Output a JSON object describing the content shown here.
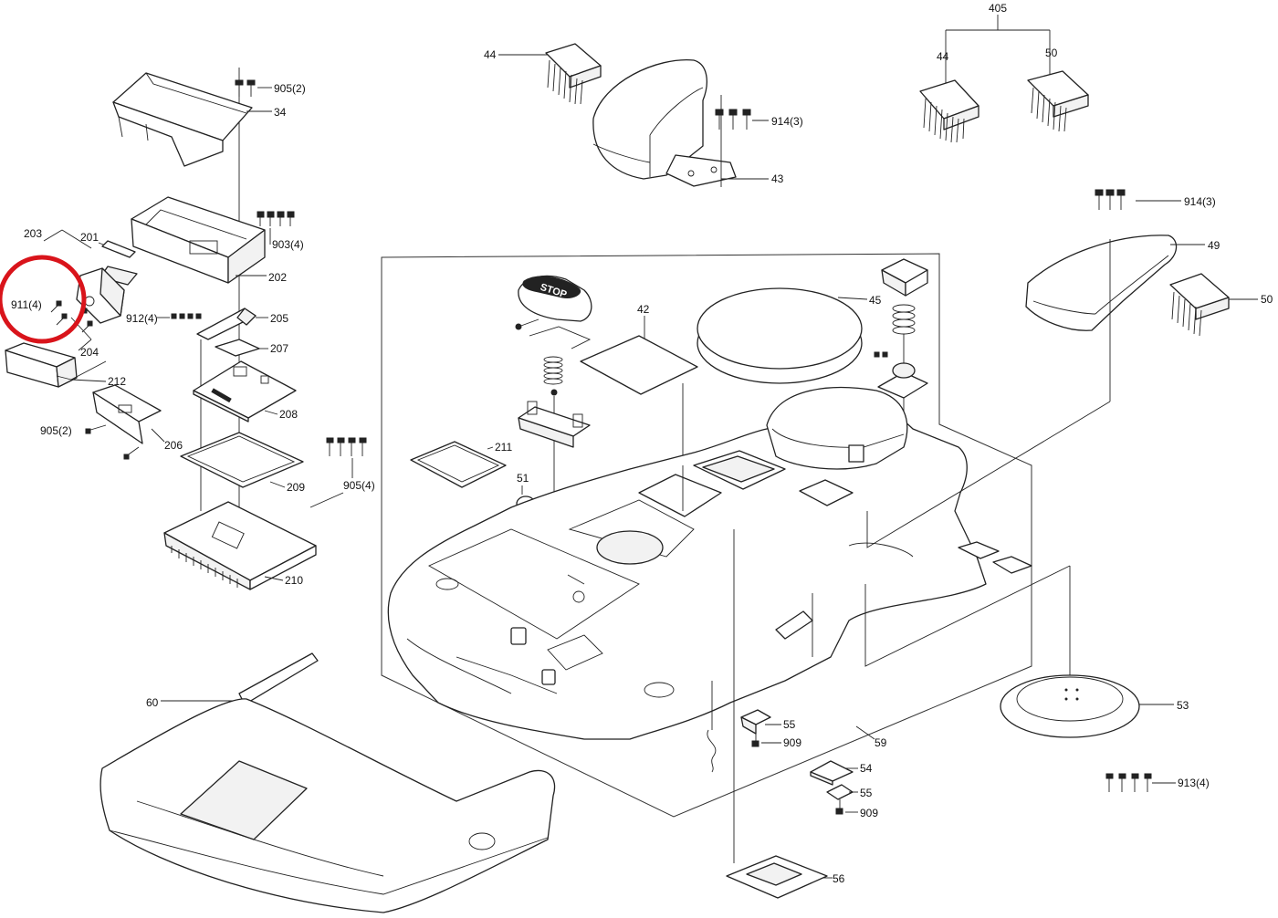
{
  "diagram": {
    "highlight_color": "#d9141b",
    "line_color": "#222222",
    "background": "#ffffff",
    "labels": {
      "l405": "405",
      "l44a": "44",
      "l44b": "44",
      "l50a": "50",
      "l50b": "50",
      "l914a": "914(3)",
      "l914b": "914(3)",
      "l43": "43",
      "l49": "49",
      "l905a": "905(2)",
      "l34": "34",
      "l903": "903(4)",
      "l203": "203",
      "l201": "201",
      "l202": "202",
      "l911": "911(4)",
      "l912": "912(4)",
      "l205": "205",
      "l207": "207",
      "l204": "204",
      "l212": "212",
      "l208": "208",
      "l905b": "905(2)",
      "l206": "206",
      "l209": "209",
      "l905c": "905(4)",
      "l211": "211",
      "l210": "210",
      "l42": "42",
      "l45": "45",
      "l51": "51",
      "l60": "60",
      "l53": "53",
      "l55a": "55",
      "l909a": "909",
      "l59": "59",
      "l54": "54",
      "l55b": "55",
      "l909b": "909",
      "l913": "913(4)",
      "l56": "56",
      "stop_text": "STOP"
    }
  }
}
